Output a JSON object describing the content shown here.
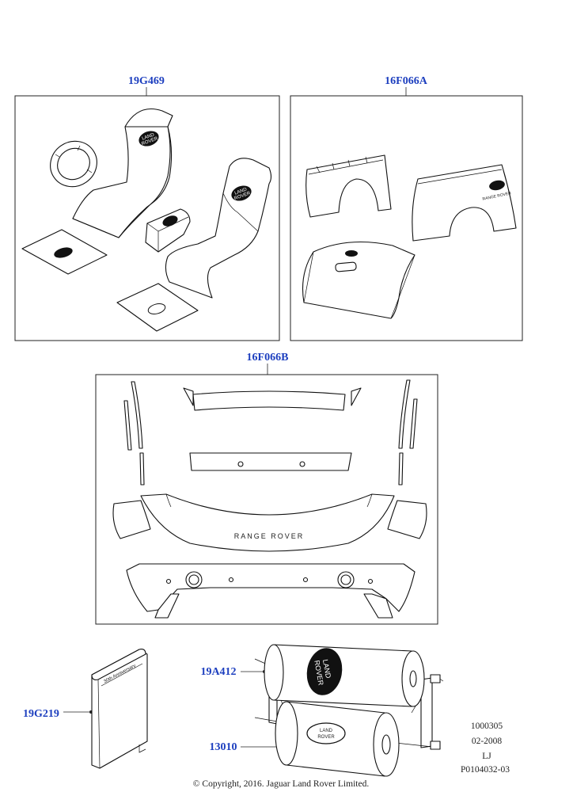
{
  "callouts": {
    "seat_kit": "19G469",
    "wing_covers": "16F066A",
    "protection_film": "16F066B",
    "book": "19G219",
    "roll_dispenser": "19A412",
    "roll": "13010"
  },
  "reference_block": {
    "code": "1000305",
    "date": "02-2008",
    "initials": "LJ",
    "drawing_number": "P0104032-03"
  },
  "copyright": "© Copyright, 2016. Jaguar Land Rover Limited.",
  "logo_text": {
    "line1": "LAND",
    "line2": "ROVER"
  },
  "wing_cover_label": "RANGE ROVER",
  "film_lettering": "RANGE ROVER",
  "book_cover_text": "30th Anniversary",
  "colors": {
    "callout": "#1d3fbf",
    "line": "#111111",
    "background": "#ffffff"
  }
}
